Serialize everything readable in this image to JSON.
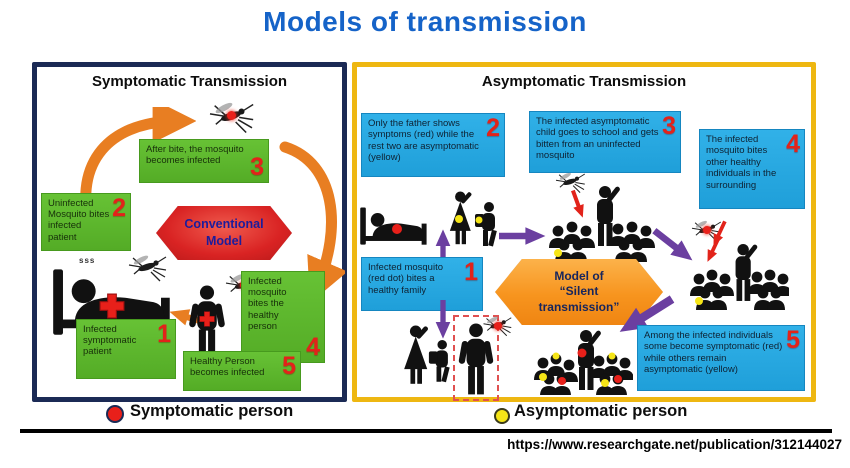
{
  "title": "Models of transmission",
  "left": {
    "heading": "Symptomatic Transmission",
    "hexagon": [
      "Conventional",
      "Model"
    ],
    "sleep_marks": "sss",
    "boxes": [
      {
        "num": "1",
        "text": "Infected symptomatic patient"
      },
      {
        "num": "2",
        "text": "Uninfected Mosquito bites infected patient"
      },
      {
        "num": "3",
        "text": "After bite, the mosquito becomes infected"
      },
      {
        "num": "4",
        "text": "Infected mosquito bites the healthy person"
      },
      {
        "num": "5",
        "text": "Healthy Person becomes infected"
      }
    ]
  },
  "right": {
    "heading": "Asymptomatic Transmission",
    "hexagon": [
      "Model of",
      "“Silent",
      "transmission”"
    ],
    "boxes": [
      {
        "num": "1",
        "text": "Infected  mosquito (red dot) bites a healthy family"
      },
      {
        "num": "2",
        "text": "Only the father shows symptoms (red) while the rest two are asymptomatic (yellow)"
      },
      {
        "num": "3",
        "text": "The infected asymptomatic child goes to school and gets bitten from an uninfected mosquito"
      },
      {
        "num": "4",
        "text": "The infected mosquito bites other healthy individuals in the surrounding"
      },
      {
        "num": "5",
        "text": "Among the infected individuals some become symptomatic (red) while others remain asymptomatic (yellow)"
      }
    ]
  },
  "legend": {
    "symptomatic": "Symptomatic person",
    "asymptomatic": "Asymptomatic person"
  },
  "source_url": "https://www.researchgate.net/publication/312144027",
  "colors": {
    "title_blue": "#1563c8",
    "green_box": "#5cb82e",
    "blue_box": "#29abe2",
    "red": "#e2231a",
    "orange_arrow": "#e87e22",
    "purple_arrow": "#6b3fa0",
    "navy_border": "#1b2a55",
    "gold_border": "#eeb711"
  }
}
